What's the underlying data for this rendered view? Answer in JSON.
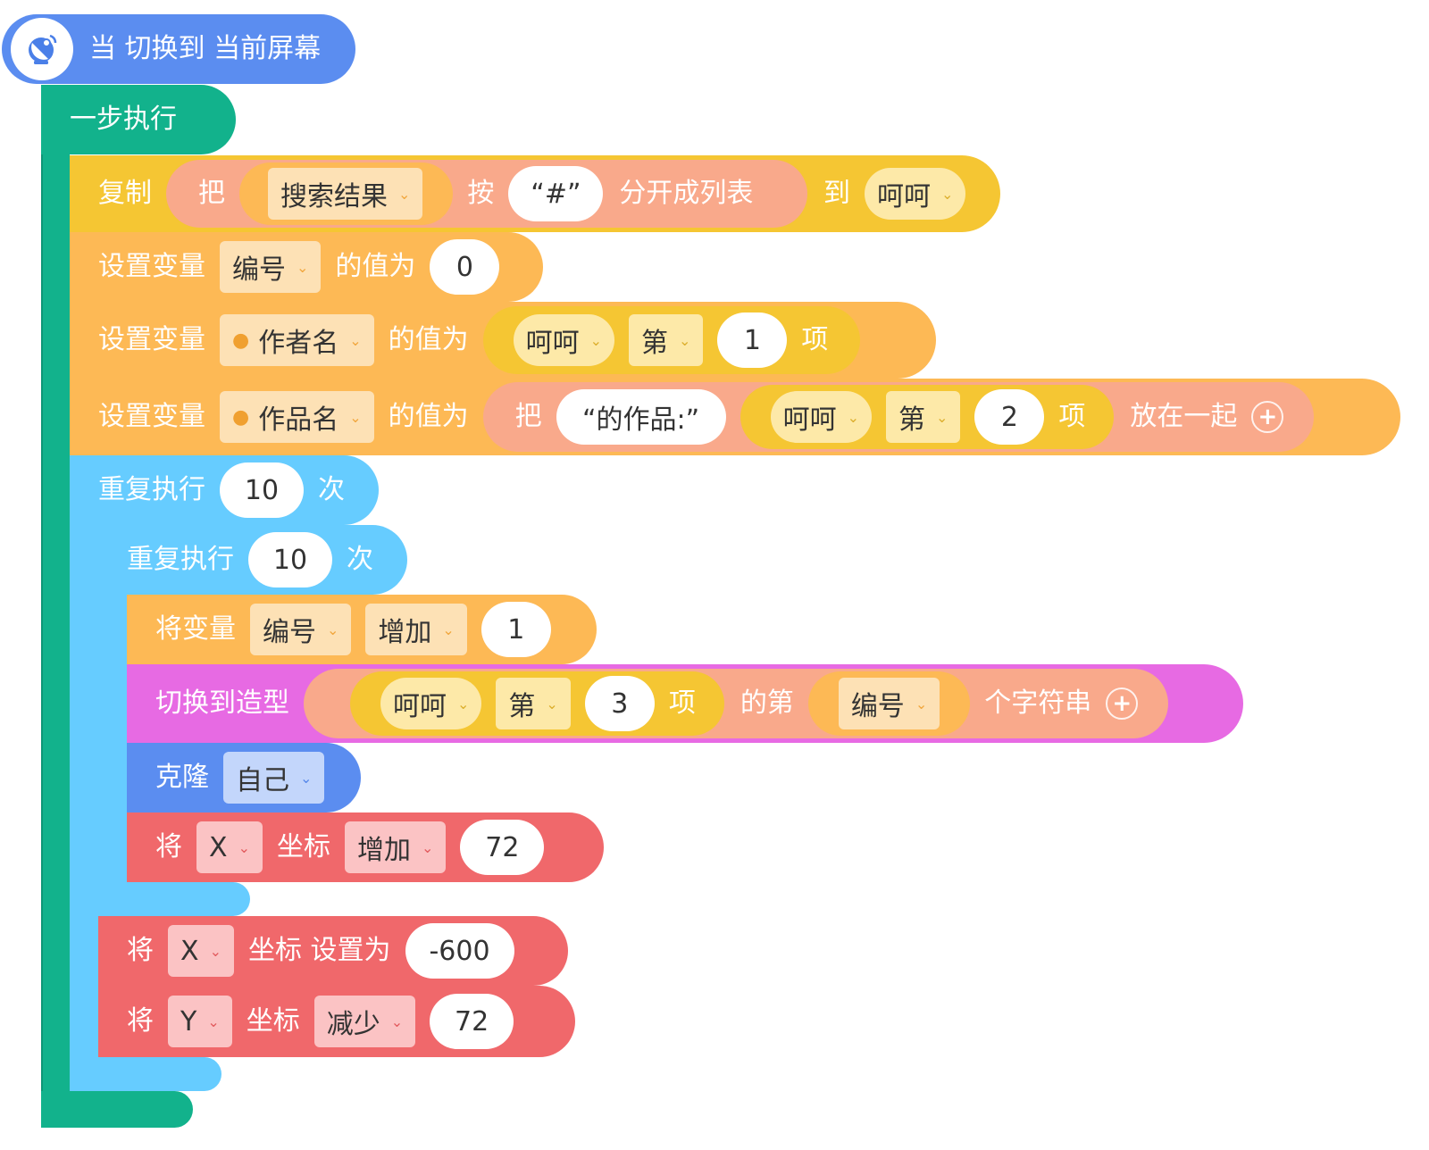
{
  "colors": {
    "event": "#5b8df0",
    "step_exec": "#12b28c",
    "list_yellow": "#f5c633",
    "string_salmon": "#f9a98b",
    "variable_orange": "#fdb955",
    "control_cyan": "#66ccff",
    "looks_magenta": "#e76ae3",
    "clone_blue": "#5b8df0",
    "motion_red": "#f0686b"
  },
  "event_block": {
    "label": "当 切换到 当前屏幕",
    "icon": "satellite-dish-icon"
  },
  "step_block": {
    "label": "一步执行"
  },
  "copy_block": {
    "label": "复制",
    "split": {
      "ba": "把",
      "source": "搜索结果",
      "by": "按",
      "sep": "“#”",
      "tail": "分开成列表"
    },
    "to": "到",
    "target": "呵呵"
  },
  "set_var_1": {
    "label": "设置变量",
    "var": "编号",
    "value_label": "的值为",
    "value": "0"
  },
  "set_var_2": {
    "label": "设置变量",
    "var": "作者名",
    "value_label": "的值为",
    "list": "呵呵",
    "di": "第",
    "index": "1",
    "xiang": "项"
  },
  "set_var_3": {
    "label": "设置变量",
    "var": "作品名",
    "value_label": "的值为",
    "ba": "把",
    "str": "“的作品:”",
    "list": "呵呵",
    "di": "第",
    "index": "2",
    "xiang": "项",
    "join": "放在一起"
  },
  "repeat_outer": {
    "label": "重复执行",
    "count": "10",
    "unit": "次"
  },
  "repeat_inner": {
    "label": "重复执行",
    "count": "10",
    "unit": "次"
  },
  "change_var": {
    "label": "将变量",
    "var": "编号",
    "op": "增加",
    "value": "1"
  },
  "switch_costume": {
    "label": "切换到造型",
    "list": "呵呵",
    "di": "第",
    "index": "3",
    "xiang": "项",
    "de_di": "的第",
    "var": "编号",
    "tail": "个字符串"
  },
  "clone": {
    "label": "克隆",
    "target": "自己"
  },
  "move_x": {
    "jiang": "将",
    "axis": "X",
    "coord": "坐标",
    "op": "增加",
    "value": "72"
  },
  "set_x": {
    "jiang": "将",
    "axis": "X",
    "coord": "坐标 设置为",
    "value": "-600"
  },
  "move_y": {
    "jiang": "将",
    "axis": "Y",
    "coord": "坐标",
    "op": "减少",
    "value": "72"
  }
}
